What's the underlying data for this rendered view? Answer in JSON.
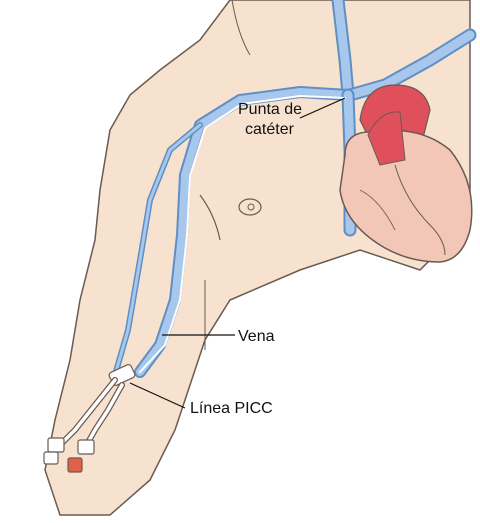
{
  "labels": {
    "catheter_tip_line1": "Punta de",
    "catheter_tip_line2": "catéter",
    "vein": "Vena",
    "picc_line": "Línea PICC"
  },
  "colors": {
    "skin": "#f6e2cf",
    "skin_shadow": "#ecc8b0",
    "outline": "#6a5a52",
    "vein": "#a7c8ec",
    "vein_stroke": "#5f8fc4",
    "heart": "#f2c7b8",
    "heart_red": "#e0505c",
    "cap_red": "#e0604a"
  }
}
